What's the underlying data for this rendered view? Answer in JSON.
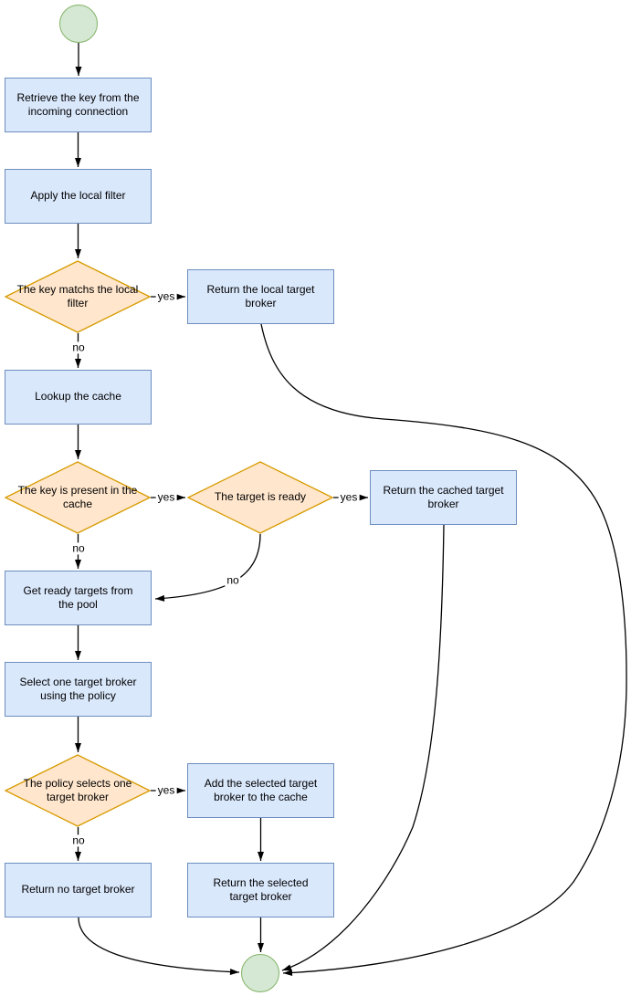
{
  "colors": {
    "background": "#ffffff",
    "text": "#000000",
    "edge": "#000000",
    "process_fill": "#dae8fc",
    "process_stroke": "#6c8ebf",
    "decision_fill": "#ffe6cc",
    "decision_stroke": "#d79b00",
    "terminal_fill": "#d5e8d4",
    "terminal_stroke": "#82b366"
  },
  "nodes": {
    "start": {
      "type": "start-terminal"
    },
    "retrieve_key": {
      "label": "Retrieve the key from the incoming connection"
    },
    "apply_filter": {
      "label": "Apply the local filter"
    },
    "key_match": {
      "label": "The key matchs the local filter"
    },
    "return_local": {
      "label": "Return the local target broker"
    },
    "lookup_cache": {
      "label": "Lookup the cache"
    },
    "key_present": {
      "label": "The key is present in the cache"
    },
    "target_ready": {
      "label": "The target is ready"
    },
    "return_cached": {
      "label": "Return the cached target broker"
    },
    "get_ready": {
      "label": "Get ready targets from the pool"
    },
    "select_one": {
      "label": "Select one target broker using the policy"
    },
    "policy_selects": {
      "label": "The policy selects one target broker"
    },
    "add_selected": {
      "label": "Add the selected target broker to the cache"
    },
    "return_no": {
      "label": "Return no target broker"
    },
    "return_selected": {
      "label": "Return the selected target broker"
    },
    "end": {
      "type": "end-terminal"
    }
  },
  "edge_labels": [
    {
      "from": "key_match",
      "to": "return_local",
      "text": "yes"
    },
    {
      "from": "key_match",
      "to": "lookup_cache",
      "text": "no"
    },
    {
      "from": "key_present",
      "to": "target_ready",
      "text": "yes"
    },
    {
      "from": "target_ready",
      "to": "return_cached",
      "text": "yes"
    },
    {
      "from": "key_present",
      "to": "get_ready",
      "text": "no"
    },
    {
      "from": "target_ready",
      "to": "get_ready",
      "text": "no"
    },
    {
      "from": "policy_selects",
      "to": "add_selected",
      "text": "yes"
    },
    {
      "from": "policy_selects",
      "to": "return_no",
      "text": "no"
    }
  ]
}
